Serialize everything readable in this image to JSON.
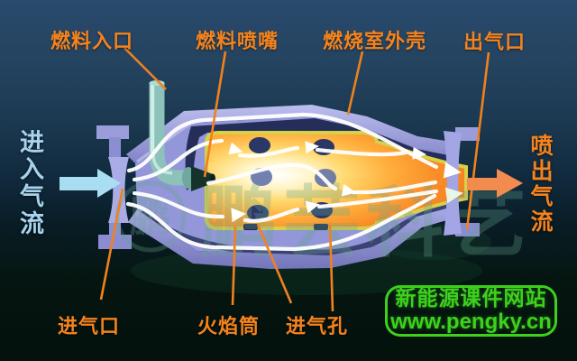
{
  "callouts": {
    "fuel_inlet": "燃料入口",
    "fuel_nozzle": "燃料喷嘴",
    "casing": "燃烧室外壳",
    "gas_outlet": "出气口",
    "air_inlet": "进气口",
    "flame_tube": "火焰筒",
    "air_holes": "进气孔"
  },
  "flow_labels": {
    "incoming": "进入气流",
    "outgoing": "喷出气流"
  },
  "watermark": {
    "brand": "鹏芸科艺",
    "logo_char": "鹏"
  },
  "badge": {
    "site_name": "新能源课件网站",
    "url": "www.pengky.cn"
  },
  "colors": {
    "label_orange": "#f5831d",
    "incoming_blue": "#a9d2ec",
    "badge_green": "#3dd11d",
    "casing_lavender": "#9a9cdf",
    "flame_core": "#ffffff",
    "fuel_pipe_teal": "#8cc2b9"
  }
}
